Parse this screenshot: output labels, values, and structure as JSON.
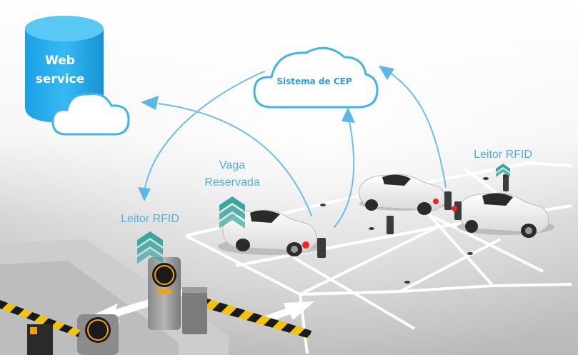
{
  "nodes": {
    "web_service": {
      "line1": "Web",
      "line2": "service"
    },
    "sistema_cep": {
      "label": "Sistema de CEP"
    },
    "leitor_rfid_left": {
      "label": "Leitor RFID"
    },
    "leitor_rfid_right": {
      "label": "Leitor RFID"
    },
    "vaga_reservada": {
      "line1": "Vaga",
      "line2": "Reservada"
    }
  },
  "colors": {
    "cloud_fill": "#ffffff",
    "cloud_stroke": "#3fb5ea",
    "database_fill": "#1ea7ea",
    "arrow": "#5bb8e6",
    "chevron": "#3aa6a0",
    "label_text": "#4fb0d6",
    "floor": "#c8c8c8",
    "parking_lines": "#ffffff",
    "gate_stripe_yellow": "#f4c400",
    "gate_stripe_black": "#1a1a1a",
    "reader_body": "#3b3b3b",
    "led_red": "#ff2020"
  }
}
